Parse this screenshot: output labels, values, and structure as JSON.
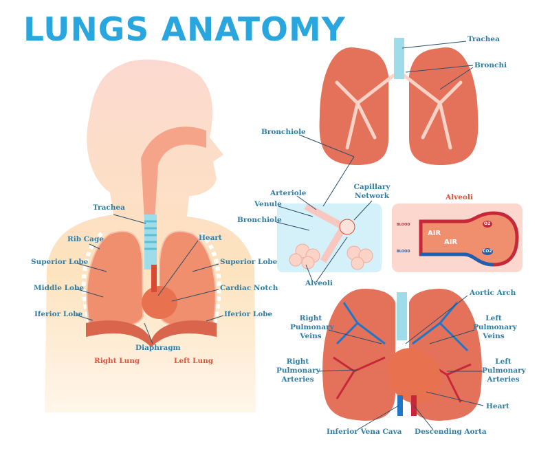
{
  "title": "LUNGS ANATOMY",
  "colors": {
    "title": "#2aa6de",
    "label": "#2f7ea6",
    "accent_label": "#e0533c",
    "lung": "#ee8a6a",
    "trachea": "#9fdcea",
    "skin": "#fbd8b6"
  },
  "body_diagram": {
    "trachea": "Trachea",
    "rib_cage": "Rib Cage",
    "heart": "Heart",
    "superior_lobe_right": "Superior Lobe",
    "superior_lobe_left": "Superior Lobe",
    "middle_lobe": "Middle Lobe",
    "cardiac_notch": "Cardiac Notch",
    "inferior_lobe_right": "Iferior Lobe",
    "inferior_lobe_left": "Iferior Lobe",
    "diaphragm": "Diaphragm",
    "right_lung": "Right Lung",
    "left_lung": "Left Lung"
  },
  "bronchial_tree": {
    "trachea": "Trachea",
    "bronchi": "Bronchi",
    "bronchiole": "Bronchiole"
  },
  "alveoli_detail": {
    "arteriole": "Arteriole",
    "capillary_network": "Capillary Network",
    "venule": "Venule",
    "bronchiole": "Bronchiole",
    "alveoli": "Alveoli"
  },
  "gas_exchange": {
    "title": "Alveoli",
    "air_in": "AIR",
    "air_out": "AIR",
    "blood_out": "BLOOD",
    "blood_in": "BLOOD",
    "o2": "O2",
    "co2": "CO2"
  },
  "circulation": {
    "aortic_arch": "Aortic Arch",
    "right_pulmonary_veins": "Right Pulmonary Veins",
    "left_pulmonary_veins": "Left Pulmonary Veins",
    "right_pulmonary_arteries": "Right Pulmonary Arteries",
    "left_pulmonary_arteries": "Left Pulmonary Arteries",
    "heart": "Heart",
    "inferior_vena_cava": "Inferior Vena Cava",
    "descending_aorta": "Descending Aorta"
  }
}
